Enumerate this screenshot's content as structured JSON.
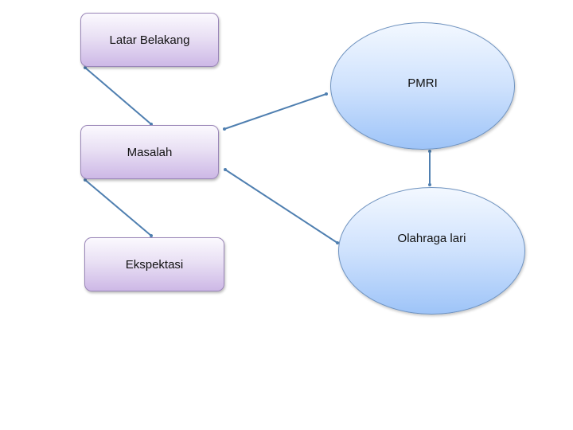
{
  "nodes": {
    "latar_belakang": "Latar Belakang",
    "masalah": "Masalah",
    "ekspektasi": "Ekspektasi",
    "pmri": "PMRI",
    "olahraga_lari": "Olahraga lari"
  },
  "colors": {
    "box_fill": "#e4d9f2",
    "box_border": "#9a86b8",
    "ellipse_fill": "#c9defc",
    "ellipse_border": "#6f93c0",
    "connector": "#4f7fb0"
  }
}
